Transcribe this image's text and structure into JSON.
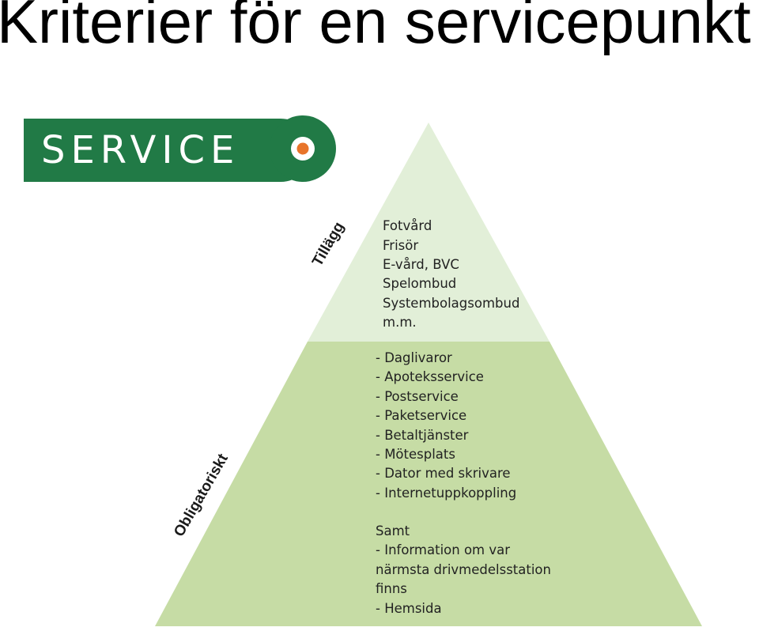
{
  "title": "Kriterier för en servicepunkt",
  "logo": {
    "text": "SERVICE",
    "brand_color": "#217a46",
    "dot_color": "#e8742a"
  },
  "pyramid": {
    "top_tier": {
      "label": "Tillägg",
      "color": "#e2efd8",
      "items": [
        "Fotvård",
        "Frisör",
        "E-vård, BVC",
        "Spelombud",
        "Systembolagsombud",
        "m.m."
      ]
    },
    "bottom_tier": {
      "label": "Obligatoriskt",
      "color": "#c6dca5",
      "items": [
        "- Daglivaror",
        "- Apoteksservice",
        "- Postservice",
        "- Paketservice",
        "- Betaltjänster",
        "- Mötesplats",
        "- Dator med skrivare",
        "- Internetuppkoppling",
        "",
        "Samt",
        "- Information om var",
        "närmsta drivmedelsstation",
        "finns",
        "- Hemsida"
      ]
    }
  }
}
